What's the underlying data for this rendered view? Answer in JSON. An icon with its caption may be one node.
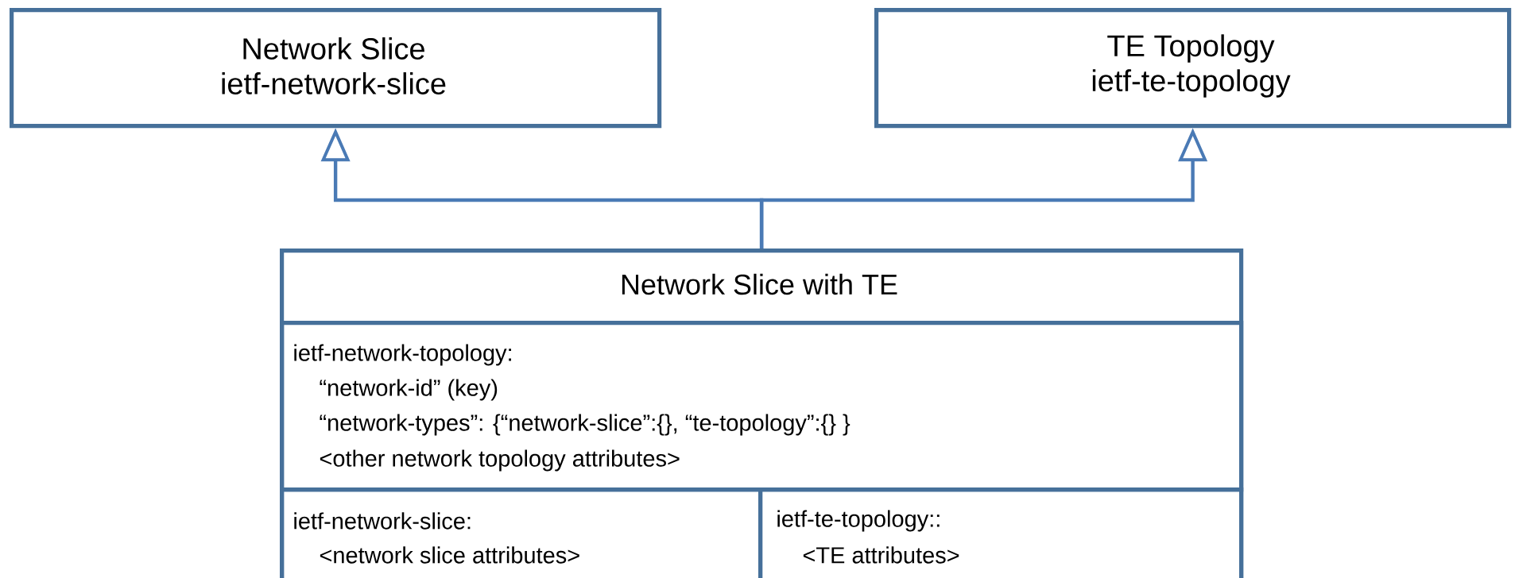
{
  "diagram": {
    "nodes": [
      {
        "text": [
          "Network Slice",
          "ietf-network-slice"
        ]
      },
      {
        "text": [
          "TE Topology",
          "ietf-te-topology"
        ]
      },
      {
        "text": [
          "Network Slice with TE"
        ]
      },
      {
        "text": [
          "ietf-network-topology:",
          "“network-id” (key)",
          "“network-types”: {“network-slice”:{}, “te-topology”:{} }",
          "<other network topology attributes>"
        ],
        "in": 2
      },
      {
        "text": [
          "ietf-network-slice:",
          "<network slice attributes>"
        ],
        "in": 2
      },
      {
        "text": [
          "ietf-te-topology::",
          "<TE attributes>"
        ],
        "in": 2
      }
    ],
    "edges": [
      {
        "from": 2,
        "to": 0,
        "arrow": "to"
      },
      {
        "from": 2,
        "to": 1,
        "arrow": "to"
      }
    ]
  }
}
